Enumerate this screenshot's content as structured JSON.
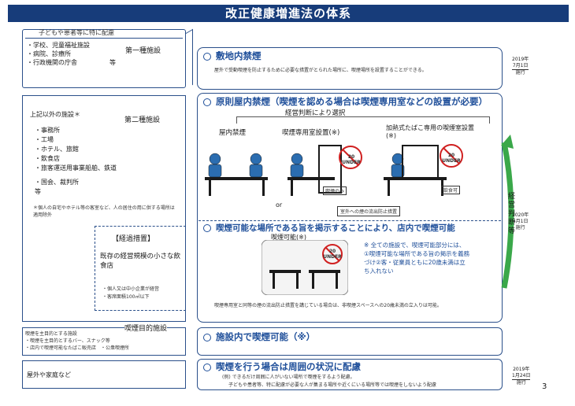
{
  "title": "改正健康増進法の体系",
  "left": {
    "top_note": "子どもや患者等に特に配慮",
    "first_items": [
      "・学校、児童福祉施設",
      "・病院、診療所",
      "・行政機関の庁舎"
    ],
    "first_suffix": "等",
    "first_label": "第一種施設",
    "others_label": "上記以外の施設＊",
    "second_label": "第二種施設",
    "second_items": [
      "・事務所",
      "・工場",
      "・ホテル、旅館",
      "・飲食店",
      "・旅客運送用事業船舶、鉄道"
    ],
    "second_items2": [
      "・国会、裁判所",
      "等"
    ],
    "note_star": "＊個人の自宅やホテル等の客室など、人の居住の用に供する場所は適用除外",
    "transition_title": "【経過措置】",
    "transition_body": "既存の経営規模の小さな飲食店",
    "transition_notes": [
      "・個人又は中小企業が経営",
      "・客席面積100㎡以下"
    ],
    "smoking_purpose_items": [
      "喫煙を主目的とする施設",
      "・喫煙を主目的とするバー、スナック等",
      "・店内で喫煙可能なたばこ販売店　・公衆喫煙所"
    ],
    "smoking_purpose_label": "喫煙目的施設",
    "outdoor_label": "屋外や家庭など"
  },
  "right": {
    "s1_head": "敷地内禁煙",
    "s1_body": "屋外で受動喫煙を防止するために必要な措置がとられた場所に、喫煙場所を設置することができる。",
    "s2_head": "原則屋内禁煙（喫煙を認める場合は喫煙専用室などの設置が必要）",
    "s2_sub": "経営判断により選択",
    "s2_opt1": "屋内禁煙",
    "s2_opt2": "喫煙専用室設置(※)",
    "s2_opt3": "加熱式たばこ専用の喫煙室設置(※)",
    "sign": "20 UNDER",
    "smoke_only": "喫煙のみ",
    "eat_ok": "飲食可",
    "or": "or",
    "leak_measure": "室外への煙の流出防止措置",
    "s3_head": "喫煙可能な場所である旨を掲示することにより、店内で喫煙可能",
    "s3_sub": "喫煙可能(※)",
    "s3_note": "※ 全ての施設で、喫煙可能部分には、①喫煙可能な場所である旨の掲示を義務づけ②客・従業員ともに20歳未満は立ち入れない",
    "s3_body": "喫煙専用室と同等の煙の流出防止措置を講じている場合は、非喫煙スペースへの20歳未満の立入りは可能。",
    "arrow_label": "経営判断等",
    "s4_head": "施設内で喫煙可能（※）",
    "s5_head": "喫煙を行う場合は周囲の状況に配慮",
    "s5_body1": "(例) できるだけ周囲に人がいない場所で喫煙をするよう配慮。",
    "s5_body2": "子どもや患者等、特に配慮が必要な人が集まる場所や近くにいる場所等では喫煙をしないよう配慮",
    "page": "3"
  },
  "dates": {
    "d1": [
      "2019年",
      "7月1日",
      "施行"
    ],
    "d2": [
      "2020年",
      "4月1日",
      "施行"
    ],
    "d3": [
      "2019年",
      "1月24日",
      "施行"
    ]
  }
}
